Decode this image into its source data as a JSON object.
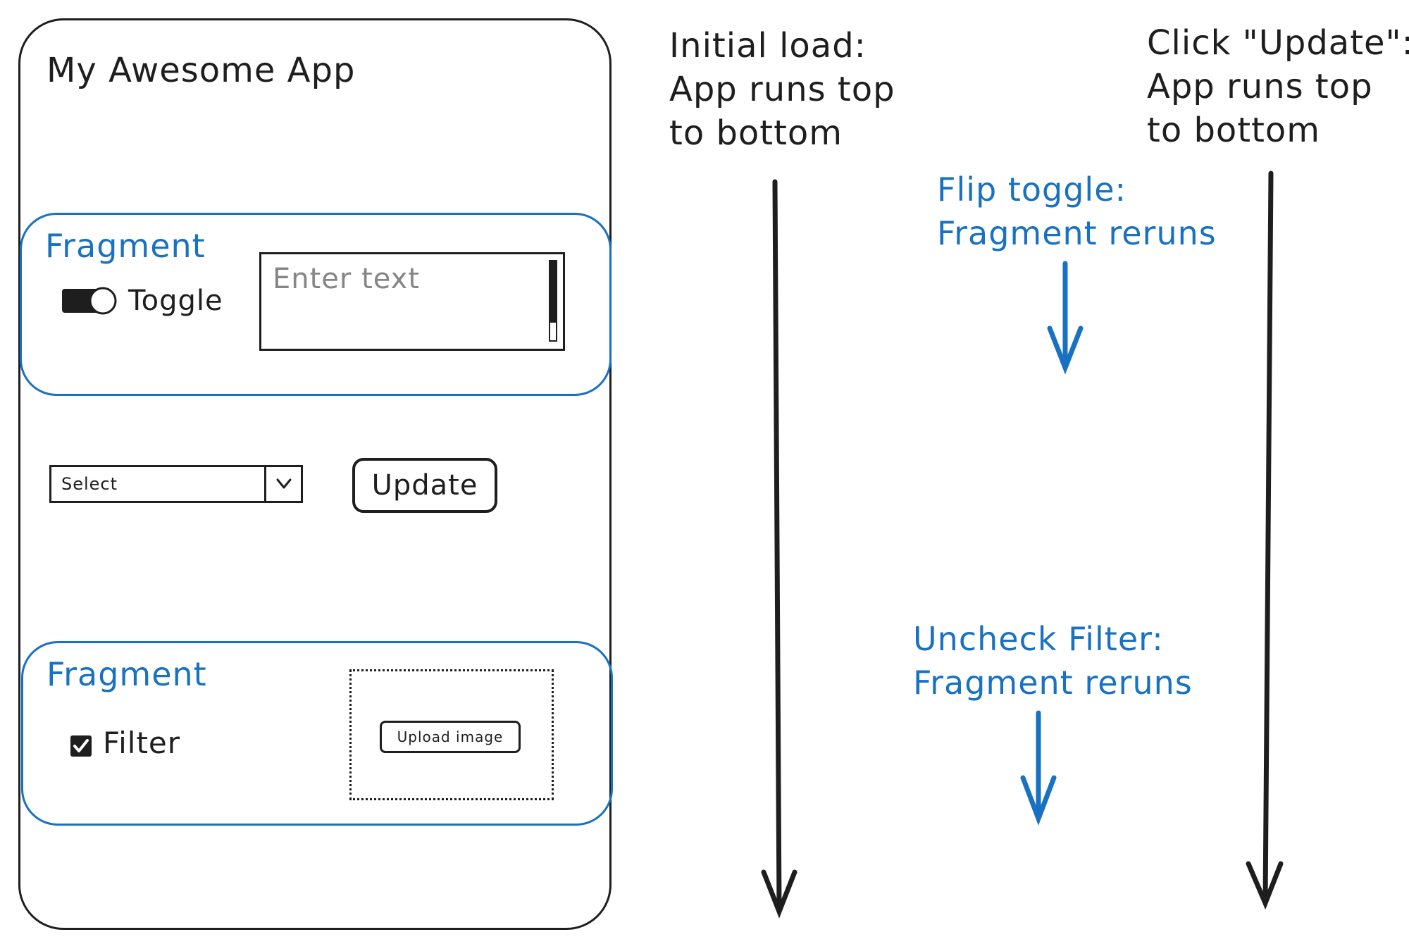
{
  "app": {
    "title": "My Awesome App",
    "fragment_label_1": "Fragment",
    "fragment_label_2": "Fragment",
    "toggle": {
      "label": "Toggle",
      "on": true
    },
    "text_input": {
      "placeholder": "Enter text",
      "value": ""
    },
    "select": {
      "value": "Select"
    },
    "update_button": "Update",
    "checkbox": {
      "label": "Filter",
      "checked": true
    },
    "upload_button": "Upload image"
  },
  "notes": {
    "initial_load": "Initial load:\nApp runs top\nto bottom",
    "click_update": "Click \"Update\":\nApp runs top\nto bottom",
    "flip_toggle": "Flip toggle:\nFragment reruns",
    "uncheck_filter": "Uncheck Filter:\nFragment reruns"
  },
  "colors": {
    "ink": "#1e1e1e",
    "fragment_blue": "#1971c2",
    "placeholder_gray": "#868686"
  }
}
